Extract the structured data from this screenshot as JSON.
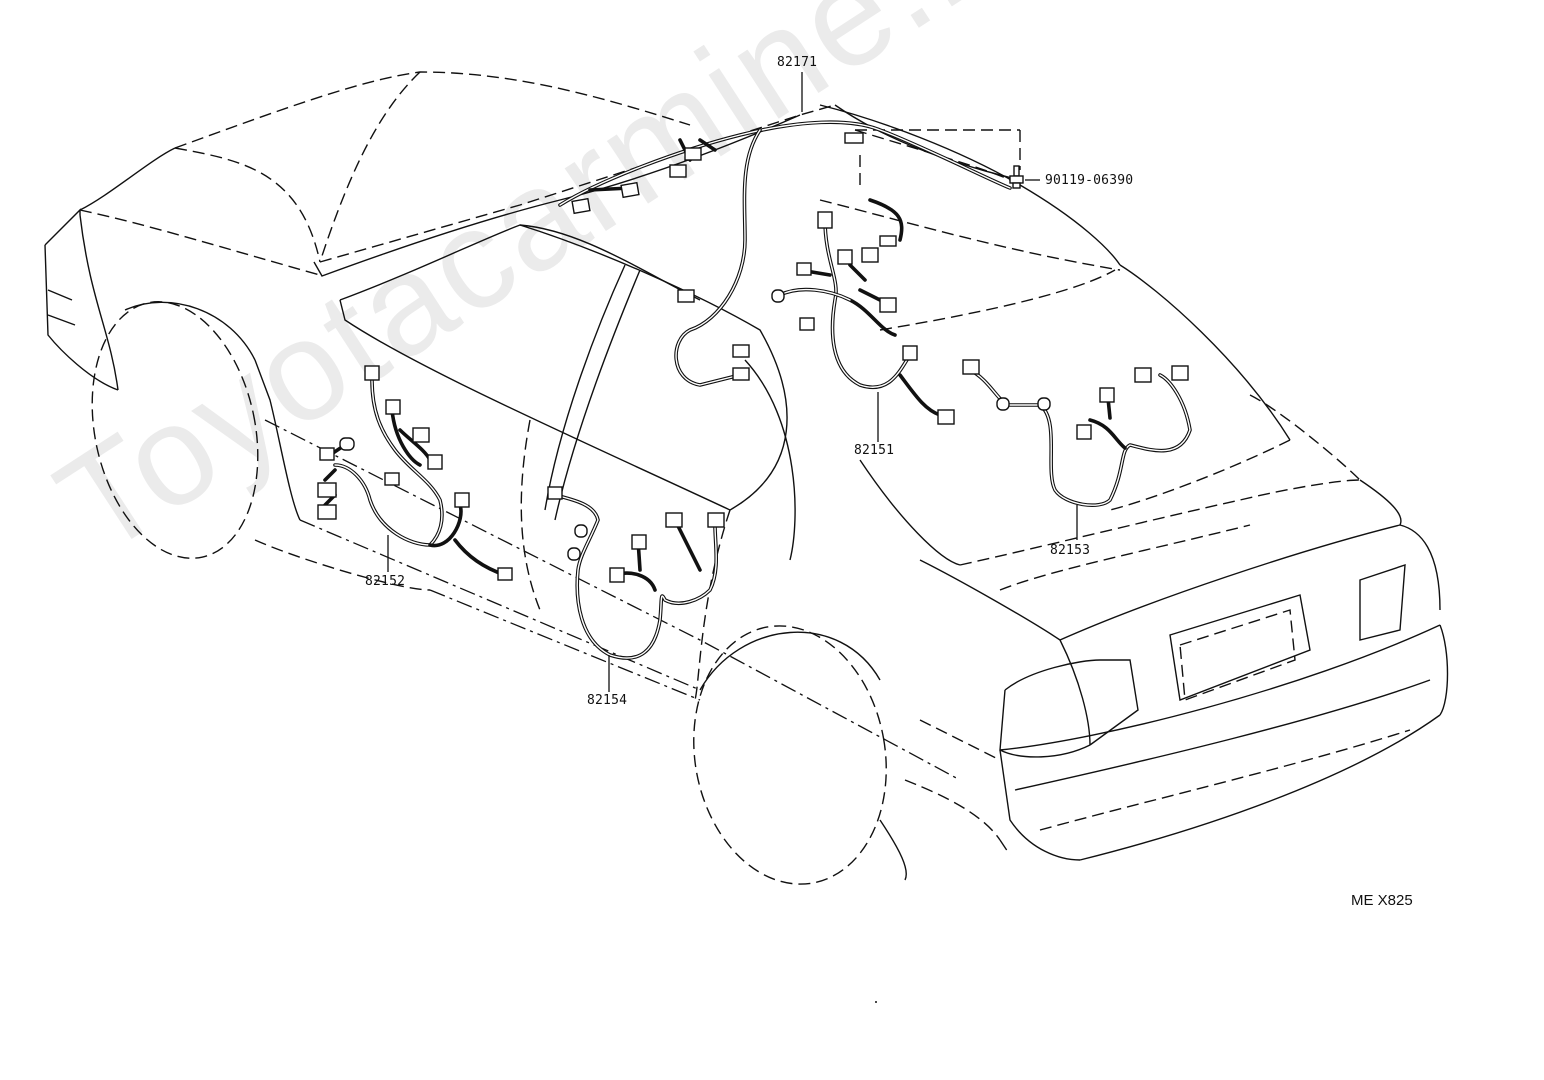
{
  "diagram": {
    "part_labels": {
      "roof_harness": "82171",
      "bolt": "90119-06390",
      "rear_harness_right": "82151",
      "left_rear_door": "82152",
      "trunk_harness": "82153",
      "right_rear_door": "82154"
    },
    "figure_code": "ME X825",
    "watermark": "Toyotacarmine.ru"
  }
}
